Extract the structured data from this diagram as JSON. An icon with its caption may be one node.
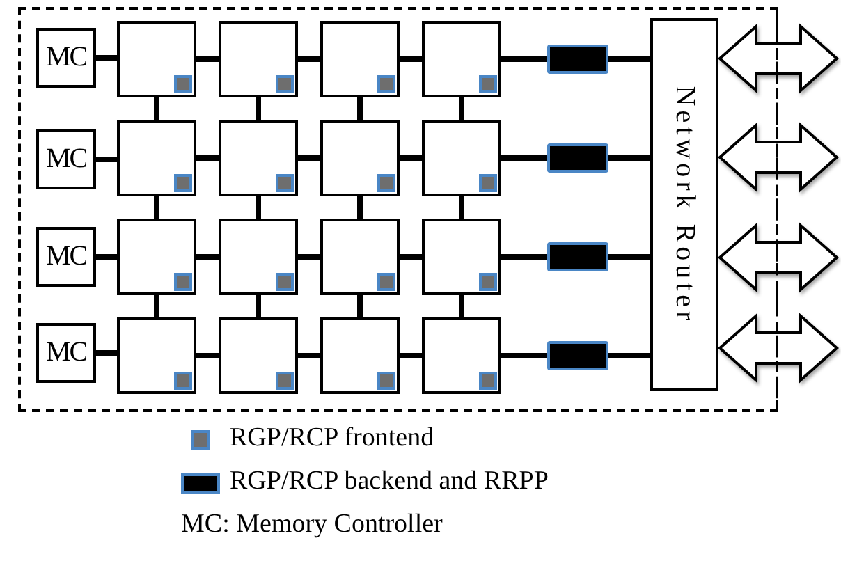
{
  "diagram": {
    "nodes": [
      {
        "text": [],
        "shape": "box"
      },
      {
        "text": [
          "MC"
        ],
        "in": 0
      },
      {
        "text": [],
        "shape": "box",
        "in": 0
      },
      {
        "text": [],
        "shape": "box",
        "in": 0
      },
      {
        "text": [],
        "shape": "box",
        "in": 0
      },
      {
        "text": [],
        "shape": "box",
        "in": 0
      },
      {
        "text": [],
        "shape": "bar",
        "in": 0
      },
      {
        "text": [
          "MC"
        ],
        "in": 0
      },
      {
        "text": [],
        "shape": "box",
        "in": 0
      },
      {
        "text": [],
        "shape": "box",
        "in": 0
      },
      {
        "text": [],
        "shape": "box",
        "in": 0
      },
      {
        "text": [],
        "shape": "box",
        "in": 0
      },
      {
        "text": [],
        "shape": "bar",
        "in": 0
      },
      {
        "text": [
          "MC"
        ],
        "in": 0
      },
      {
        "text": [],
        "shape": "box",
        "in": 0
      },
      {
        "text": [],
        "shape": "box",
        "in": 0
      },
      {
        "text": [],
        "shape": "box",
        "in": 0
      },
      {
        "text": [],
        "shape": "box",
        "in": 0
      },
      {
        "text": [],
        "shape": "bar",
        "in": 0
      },
      {
        "text": [
          "MC"
        ],
        "in": 0
      },
      {
        "text": [],
        "shape": "box",
        "in": 0
      },
      {
        "text": [],
        "shape": "box",
        "in": 0
      },
      {
        "text": [],
        "shape": "box",
        "in": 0
      },
      {
        "text": [],
        "shape": "box",
        "in": 0
      },
      {
        "text": [],
        "shape": "bar",
        "in": 0
      },
      {
        "text": [
          "Network Router"
        ],
        "in": 0
      }
    ],
    "edges": [
      {
        "from": 1,
        "to": 2,
        "arrow": "none"
      },
      {
        "from": 2,
        "to": 3,
        "arrow": "none"
      },
      {
        "from": 3,
        "to": 4,
        "arrow": "none"
      },
      {
        "from": 4,
        "to": 5,
        "arrow": "none"
      },
      {
        "from": 5,
        "to": 6,
        "arrow": "none"
      },
      {
        "from": 6,
        "to": 25,
        "arrow": "none"
      },
      {
        "from": 7,
        "to": 8,
        "arrow": "none"
      },
      {
        "from": 8,
        "to": 9,
        "arrow": "none"
      },
      {
        "from": 9,
        "to": 10,
        "arrow": "none"
      },
      {
        "from": 10,
        "to": 11,
        "arrow": "none"
      },
      {
        "from": 11,
        "to": 12,
        "arrow": "none"
      },
      {
        "from": 12,
        "to": 25,
        "arrow": "none"
      },
      {
        "from": 13,
        "to": 14,
        "arrow": "none"
      },
      {
        "from": 14,
        "to": 15,
        "arrow": "none"
      },
      {
        "from": 15,
        "to": 16,
        "arrow": "none"
      },
      {
        "from": 16,
        "to": 17,
        "arrow": "none"
      },
      {
        "from": 17,
        "to": 18,
        "arrow": "none"
      },
      {
        "from": 18,
        "to": 25,
        "arrow": "none"
      },
      {
        "from": 19,
        "to": 20,
        "arrow": "none"
      },
      {
        "from": 20,
        "to": 21,
        "arrow": "none"
      },
      {
        "from": 21,
        "to": 22,
        "arrow": "none"
      },
      {
        "from": 22,
        "to": 23,
        "arrow": "none"
      },
      {
        "from": 23,
        "to": 24,
        "arrow": "none"
      },
      {
        "from": 24,
        "to": 25,
        "arrow": "none"
      },
      {
        "from": 2,
        "to": 8,
        "arrow": "none"
      },
      {
        "from": 3,
        "to": 9,
        "arrow": "none"
      },
      {
        "from": 4,
        "to": 10,
        "arrow": "none"
      },
      {
        "from": 5,
        "to": 11,
        "arrow": "none"
      },
      {
        "from": 8,
        "to": 14,
        "arrow": "none"
      },
      {
        "from": 9,
        "to": 15,
        "arrow": "none"
      },
      {
        "from": 10,
        "to": 16,
        "arrow": "none"
      },
      {
        "from": 11,
        "to": 17,
        "arrow": "none"
      },
      {
        "from": 14,
        "to": 20,
        "arrow": "none"
      },
      {
        "from": 15,
        "to": 21,
        "arrow": "none"
      },
      {
        "from": 16,
        "to": 22,
        "arrow": "none"
      },
      {
        "from": 17,
        "to": 23,
        "arrow": "none"
      },
      {
        "from": 25,
        "to": null,
        "arrow": "both"
      },
      {
        "from": 25,
        "to": null,
        "arrow": "both"
      },
      {
        "from": 25,
        "to": null,
        "arrow": "both"
      },
      {
        "from": 25,
        "to": null,
        "arrow": "both"
      }
    ],
    "labels": [
      "MC: Memory Controller"
    ],
    "legend": [
      {
        "text": "RGP/RCP frontend",
        "color": "#6e6e6e"
      },
      {
        "text": "RGP/RCP backend and RRPP",
        "color": "#000000"
      }
    ]
  }
}
